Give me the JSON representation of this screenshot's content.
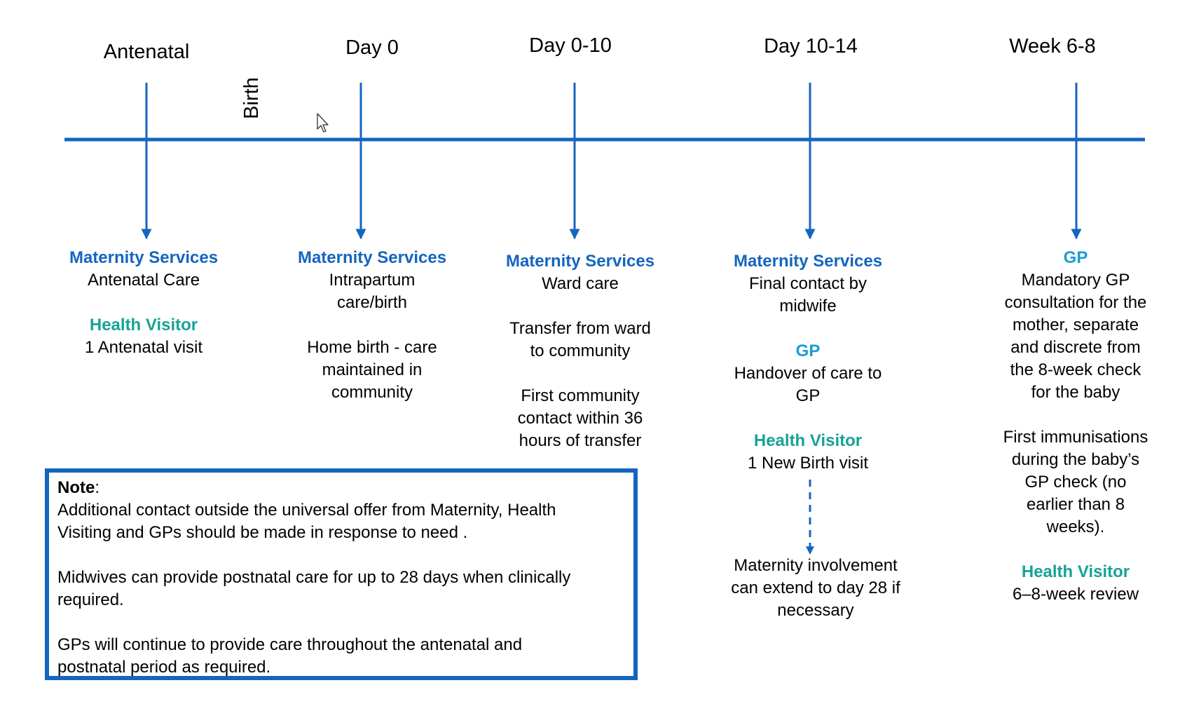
{
  "colors": {
    "axis": "#1565c0",
    "maternity_heading": "#1565c0",
    "gp_heading": "#1a9fd0",
    "health_visitor_heading": "#17a394"
  },
  "icons": {
    "cursor": "mouse-pointer-icon"
  },
  "timeline": {
    "phases": [
      "Antenatal",
      "Day 0",
      "Day 0-10",
      "Day 10-14",
      "Week 6-8"
    ],
    "birth_label": "Birth"
  },
  "columns": [
    {
      "blocks": [
        {
          "heading": "Maternity Services",
          "color": "#1565c0",
          "lines": [
            "Antenatal Care"
          ]
        },
        {
          "heading": "Health Visitor",
          "color": "#17a394",
          "lines": [
            "1 Antenatal visit"
          ]
        }
      ]
    },
    {
      "blocks": [
        {
          "heading": "Maternity Services",
          "color": "#1565c0",
          "lines": [
            "Intrapartum",
            "care/birth",
            "",
            "Home birth - care",
            "maintained in",
            "community"
          ]
        }
      ]
    },
    {
      "blocks": [
        {
          "heading": "Maternity Services",
          "color": "#1565c0",
          "lines": [
            "Ward care",
            "",
            "Transfer from ward",
            "to community",
            "",
            "First community",
            "contact within 36",
            "hours of transfer"
          ]
        }
      ]
    },
    {
      "blocks": [
        {
          "heading": "Maternity Services",
          "color": "#1565c0",
          "lines": [
            "Final contact by",
            "midwife"
          ]
        },
        {
          "heading": "GP",
          "color": "#1a9fd0",
          "lines": [
            "Handover of care to",
            "GP"
          ]
        },
        {
          "heading": "Health Visitor",
          "color": "#17a394",
          "lines": [
            "1 New Birth visit"
          ]
        }
      ],
      "extension": [
        "Maternity involvement",
        "can extend to day 28 if",
        "necessary"
      ]
    },
    {
      "blocks": [
        {
          "heading": "GP",
          "color": "#1a9fd0",
          "lines": [
            "Mandatory GP",
            "consultation for the",
            "mother, separate",
            "and discrete from",
            "the 8-week check",
            "for the baby",
            "",
            "First immunisations",
            "during the baby’s",
            "GP check (no",
            "earlier than 8",
            "weeks)."
          ]
        },
        {
          "heading": "Health Visitor",
          "color": "#17a394",
          "lines": [
            "6–8-week review"
          ]
        }
      ]
    }
  ],
  "note": {
    "title": "Note",
    "title_suffix": ":",
    "paragraphs": [
      [
        "Additional contact outside the universal offer from Maternity,  Health",
        "Visiting and GPs should be made in response to need ."
      ],
      [
        "Midwives can provide postnatal care for up to 28 days when clinically",
        "required."
      ],
      [
        "GPs will continue to provide care throughout the antenatal and",
        "postnatal period as required."
      ]
    ]
  }
}
